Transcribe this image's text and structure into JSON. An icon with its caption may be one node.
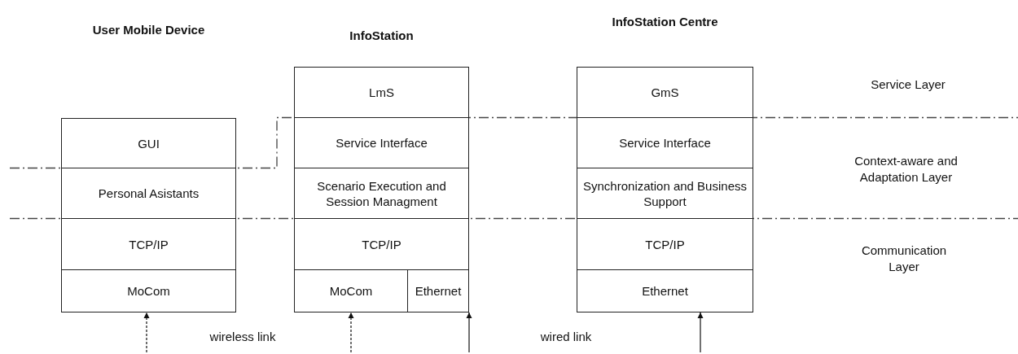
{
  "diagram": {
    "nodes": [
      {
        "text": [
          "User Mobile Device"
        ]
      },
      {
        "text": [
          "GUI"
        ],
        "in": 0
      },
      {
        "text": [
          "Personal Asistants"
        ],
        "in": 0
      },
      {
        "text": [
          "TCP/IP"
        ],
        "in": 0
      },
      {
        "text": [
          "MoCom"
        ],
        "in": 0
      },
      {
        "text": [
          "InfoStation"
        ]
      },
      {
        "text": [
          "LmS"
        ],
        "in": 5
      },
      {
        "text": [
          "Service Interface"
        ],
        "in": 5
      },
      {
        "text": [
          "Scenario Execution and Session Managment"
        ],
        "in": 5
      },
      {
        "text": [
          "TCP/IP"
        ],
        "in": 5
      },
      {
        "text": [
          "MoCom"
        ],
        "in": 5
      },
      {
        "text": [
          "Ethernet"
        ],
        "in": 5
      },
      {
        "text": [
          "InfoStation Centre"
        ]
      },
      {
        "text": [
          "GmS"
        ],
        "in": 12
      },
      {
        "text": [
          "Service Interface"
        ],
        "in": 12
      },
      {
        "text": [
          "Synchronization and Business Support"
        ],
        "in": 12
      },
      {
        "text": [
          "TCP/IP"
        ],
        "in": 12
      },
      {
        "text": [
          "Ethernet"
        ],
        "in": 12
      }
    ],
    "edges": [
      {
        "from": null,
        "to": 4,
        "arrow": "to",
        "style": "dashed"
      },
      {
        "from": null,
        "to": 10,
        "arrow": "to",
        "style": "dashed"
      },
      {
        "from": null,
        "to": 11,
        "arrow": "to"
      },
      {
        "from": null,
        "to": 17,
        "arrow": "to"
      }
    ],
    "labels": [
      "Service Layer",
      "Context-aware and Adaptation Layer",
      "Communication Layer",
      "wireless link",
      "wired link"
    ]
  }
}
